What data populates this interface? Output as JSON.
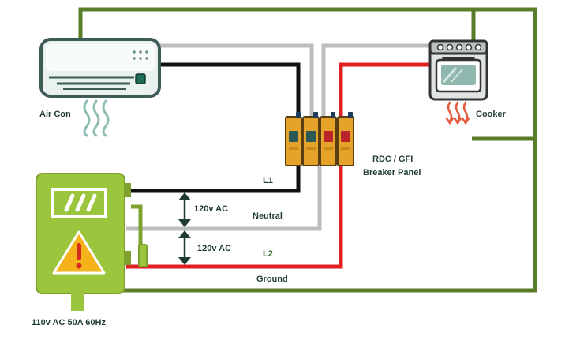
{
  "labels": {
    "air_con": "Air Con",
    "cooker": "Cooker",
    "panel_line1": "RDC / GFI",
    "panel_line2": "Breaker Panel",
    "l1": "L1",
    "neutral": "Neutral",
    "l2": "L2",
    "ground": "Ground",
    "voltage_upper": "120v AC",
    "voltage_lower": "120v AC",
    "source": "110v AC 50A 60Hz"
  },
  "colors": {
    "ground_wire": "#5a7d2a",
    "neutral_wire": "#b8b8b8",
    "l1_wire": "#111111",
    "l2_wire": "#e02020",
    "source_box": "#9bc53d",
    "breaker": "#e6a32a",
    "heat": "#e55a3c",
    "airflow": "#8fbcb4"
  },
  "icons": {
    "air_con": "air-conditioner-icon",
    "cooker": "oven-icon",
    "panel": "circuit-breaker-icon",
    "warning": "warning-triangle-icon",
    "meter": "power-meter-icon"
  }
}
